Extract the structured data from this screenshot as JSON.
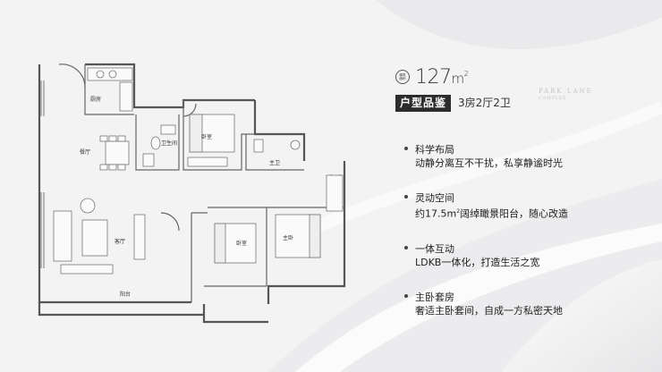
{
  "floorplan": {
    "rooms": {
      "kitchen": "厨房",
      "dining": "餐厅",
      "bathroom": "卫生间",
      "bedroom_top": "卧室",
      "master_bath": "主卫",
      "living": "客厅",
      "bedroom_bottom": "卧室",
      "master_bedroom": "主卧",
      "balcony": "阳台"
    }
  },
  "info": {
    "badge_line1": "建筑",
    "badge_line2": "面积",
    "area_value": "127",
    "area_unit": "m",
    "area_sup": "2",
    "tag": "户型品鉴",
    "layout": "3房2厅2卫",
    "brand_main": "PARK LANE",
    "brand_sub": "COMPLEX",
    "features": [
      {
        "title": "科学布局",
        "desc": "动静分离互不干扰，私享静谧时光"
      },
      {
        "title": "灵动空间",
        "desc_pre": "约17.5m",
        "desc_sup": "2",
        "desc_post": "阔绰瞰景阳台，随心改造"
      },
      {
        "title": "一体互动",
        "desc": "LDKB一体化，打造生活之宽"
      },
      {
        "title": "主卧套房",
        "desc": "奢适主卧套间，自成一方私密天地"
      }
    ]
  },
  "colors": {
    "wall": "#555555",
    "tag_bg": "#2c2c2c",
    "text": "#222222"
  }
}
